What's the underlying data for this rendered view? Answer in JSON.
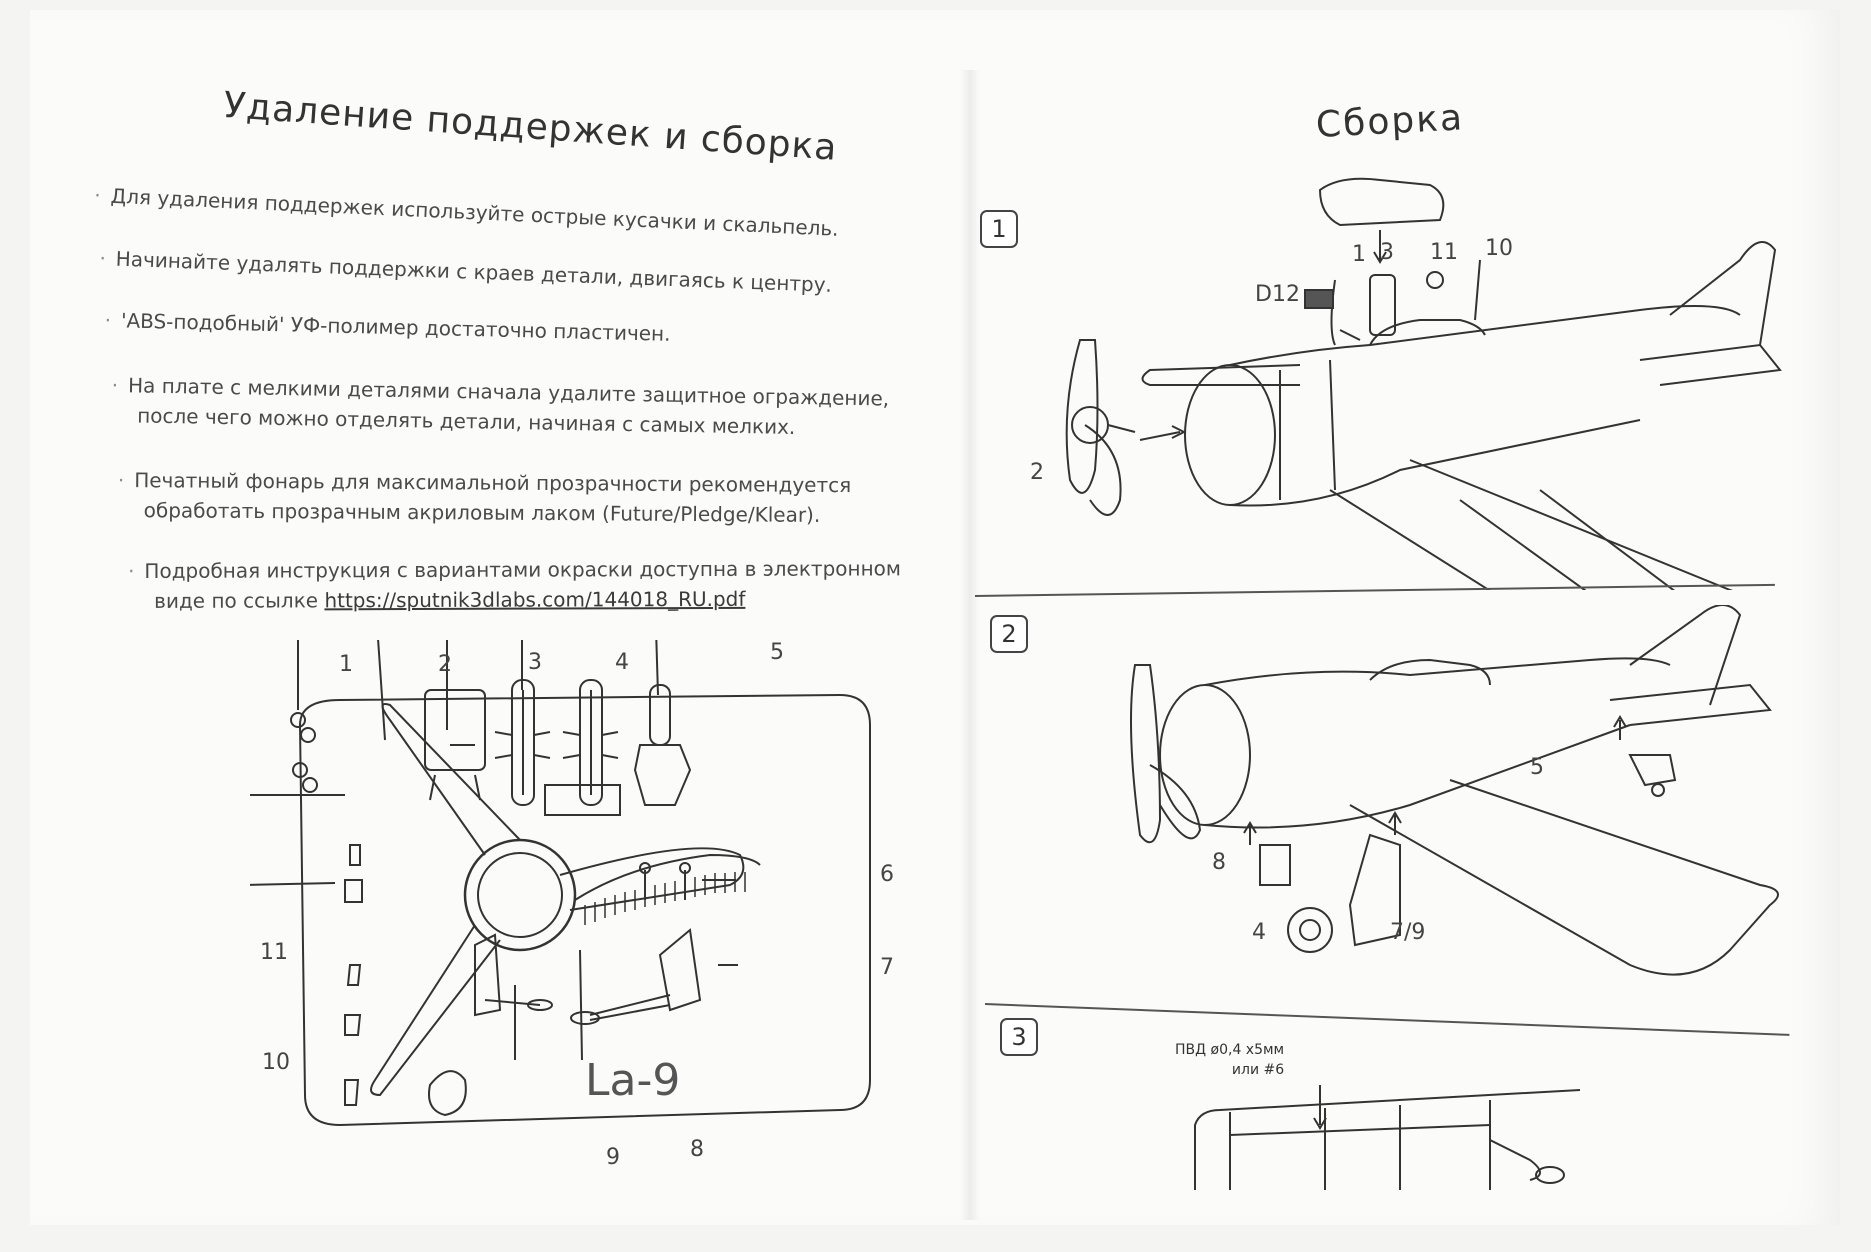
{
  "left_page": {
    "title": "Удаление поддержек и сборка",
    "bullets": [
      {
        "text": "Для удаления поддержек используйте острые кусачки и скальпель."
      },
      {
        "text": "Начинайте удалять поддержки с краев детали, двигаясь к центру."
      },
      {
        "text": "'ABS-подобный' УФ-полимер достаточно пластичен."
      },
      {
        "line1": "На плате с мелкими деталями сначала удалите защитное ограждение,",
        "line2": "после чего можно отделять детали, начиная с самых мелких."
      },
      {
        "line1": "Печатный фонарь для максимальной прозрачности рекомендуется",
        "line2": "обработать прозрачным акриловым лаком (Future/Pledge/Klear)."
      },
      {
        "line1": "Подробная инструкция с вариантами окраски доступна в электронном",
        "line2_prefix": "виде по ссылке ",
        "link": "https://sputnik3dlabs.com/144018_RU.pdf"
      }
    ],
    "sprue": {
      "part_labels": [
        "1",
        "2",
        "3",
        "4",
        "5",
        "6",
        "7",
        "8",
        "9",
        "10",
        "11"
      ],
      "sprue_text": "La-9"
    }
  },
  "right_page": {
    "title": "Сборка",
    "steps": [
      {
        "number": "1",
        "callouts": [
          "1",
          "3",
          "11",
          "10",
          "D12",
          "2"
        ]
      },
      {
        "number": "2",
        "callouts": [
          "5",
          "8",
          "4",
          "7/9"
        ]
      },
      {
        "number": "3",
        "note_line1": "ПВД ø0,4 х5мм",
        "note_line2": "или #6"
      }
    ]
  },
  "bullet_symbol": "·"
}
